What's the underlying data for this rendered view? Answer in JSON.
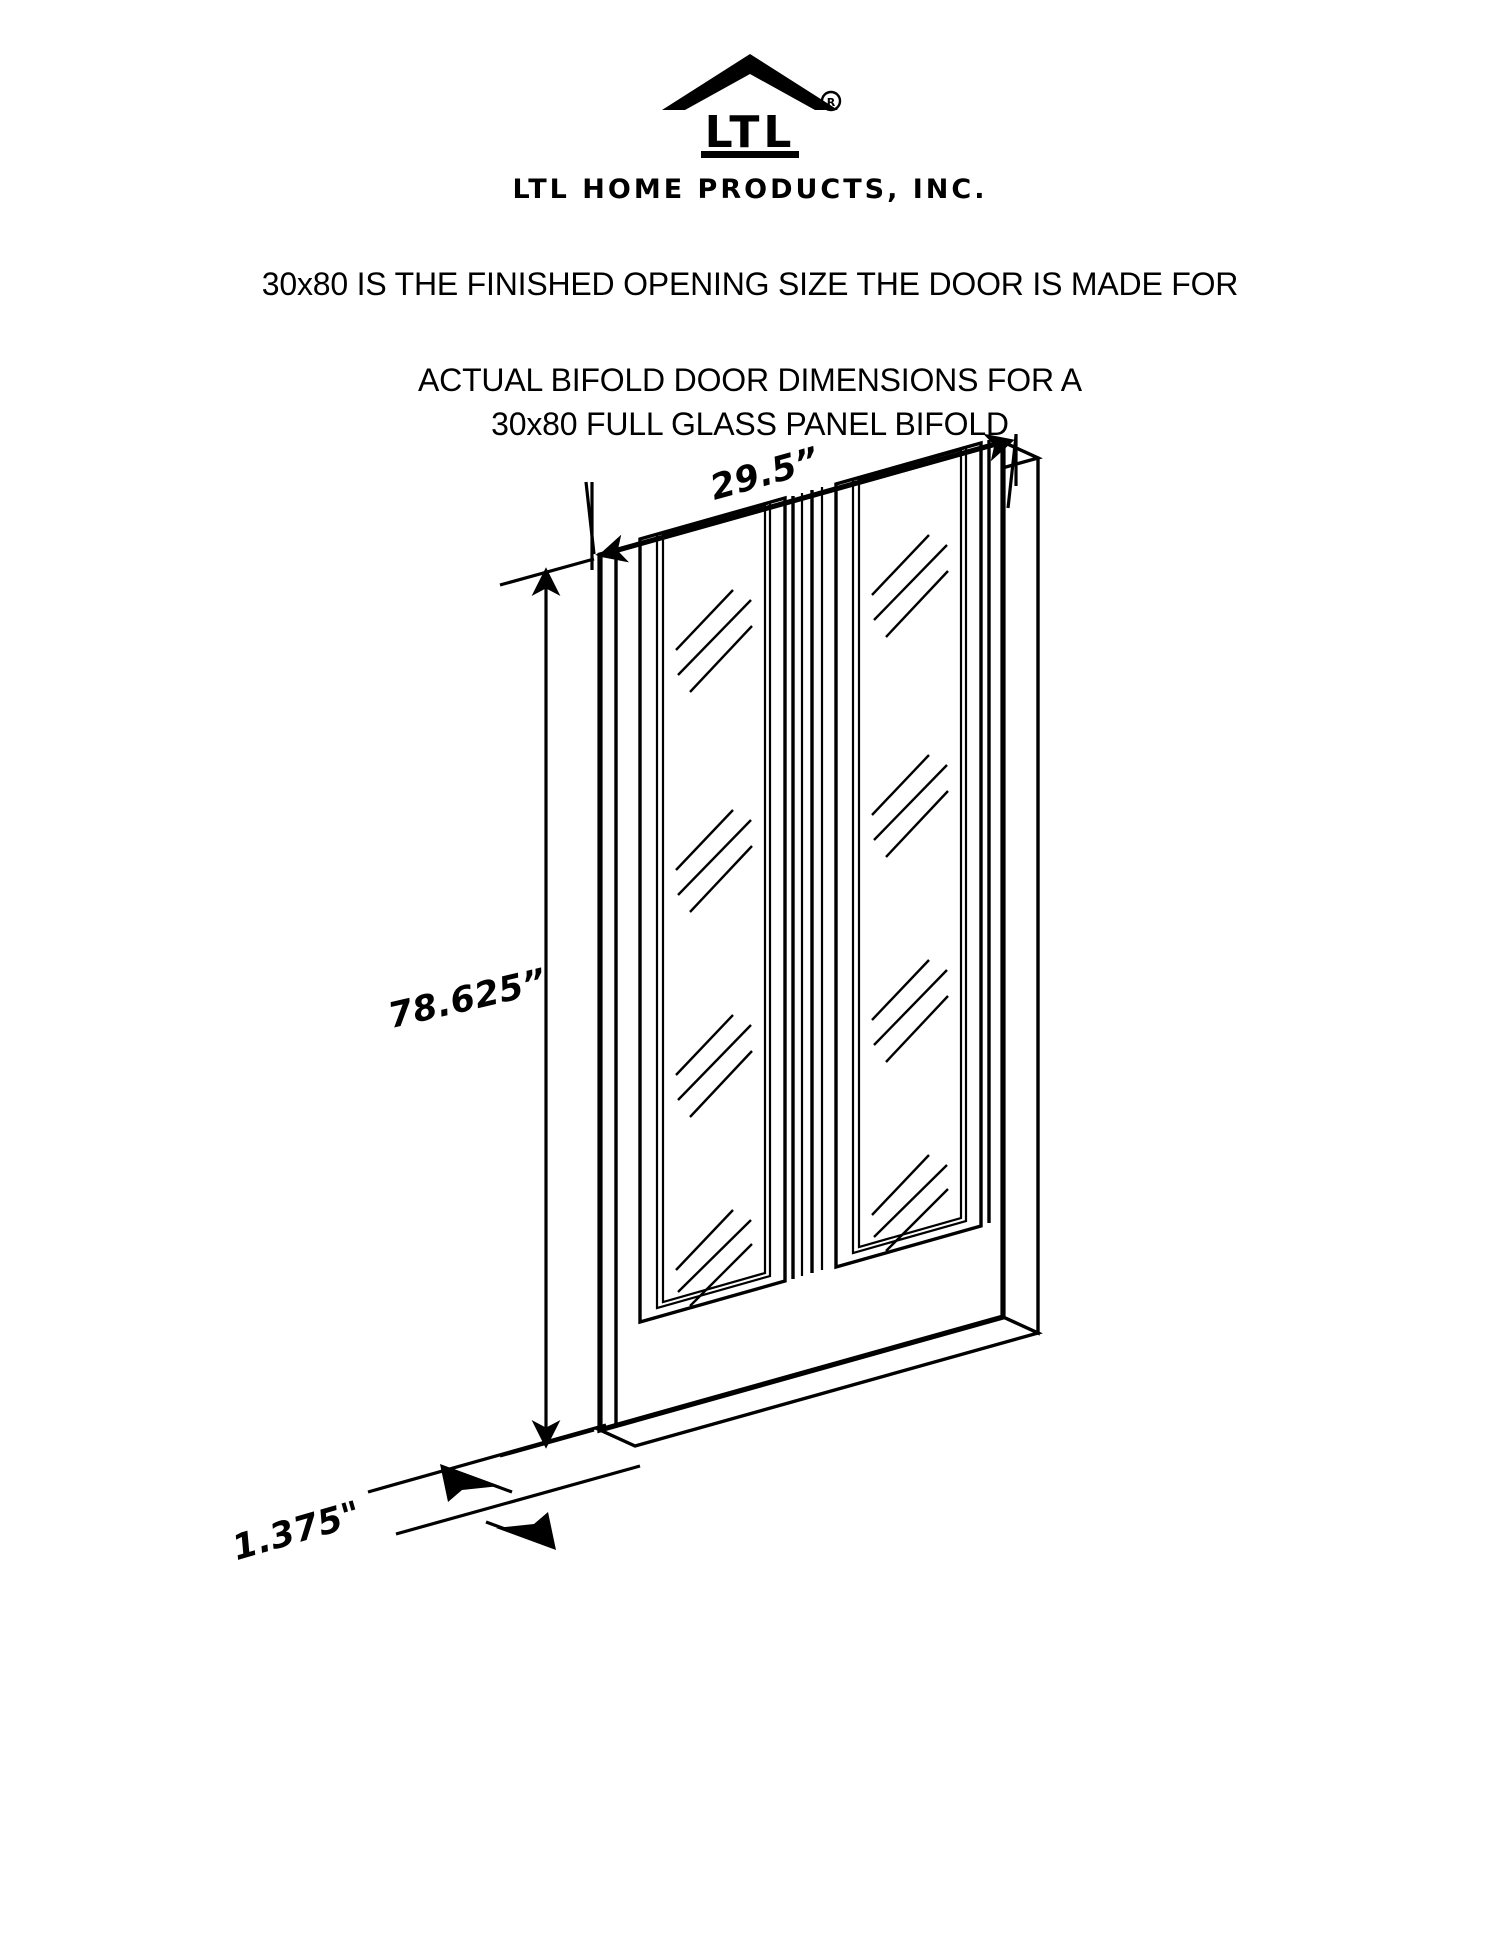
{
  "brand": {
    "logo_icon": "ltl-roof-logo-icon",
    "logo_letters": "LTL",
    "trademark_symbol": "®",
    "company_name": "LTL HOME PRODUCTS, INC."
  },
  "headings": {
    "line_1": "30x80 IS THE FINISHED OPENING SIZE THE DOOR IS MADE FOR",
    "line_2a": "ACTUAL BIFOLD DOOR DIMENSIONS FOR A",
    "line_2b": "30x80 FULL GLASS PANEL BIFOLD"
  },
  "drawing": {
    "title": "30x80 full glass panel bifold door isometric",
    "dimensions": {
      "width": {
        "label": "29.5”",
        "name": "overall-width-dimension",
        "axis": "horizontal",
        "value": 29.5,
        "unit": "inch"
      },
      "height": {
        "label": "78.625”",
        "name": "overall-height-dimension",
        "axis": "vertical",
        "value": 78.625,
        "unit": "inch"
      },
      "thickness": {
        "label": "1.375\"",
        "name": "door-thickness-dimension",
        "axis": "depth",
        "value": 1.375,
        "unit": "inch"
      }
    },
    "panels": [
      {
        "name": "left-door-panel",
        "glass": "full-glass-lite"
      },
      {
        "name": "right-door-panel",
        "glass": "full-glass-lite"
      }
    ],
    "stroke_color": "#000000",
    "fill_color": "#ffffff"
  },
  "chart_data": {
    "type": "table",
    "title": "30x80 Full Glass Panel Bifold — Actual Door Dimensions",
    "categories": [
      "Width",
      "Height",
      "Thickness"
    ],
    "values": [
      29.5,
      78.625,
      1.375
    ],
    "labels": [
      "29.5”",
      "78.625”",
      "1.375\""
    ],
    "unit": "inch",
    "note": "30x80 is the finished opening size the door is made for"
  }
}
